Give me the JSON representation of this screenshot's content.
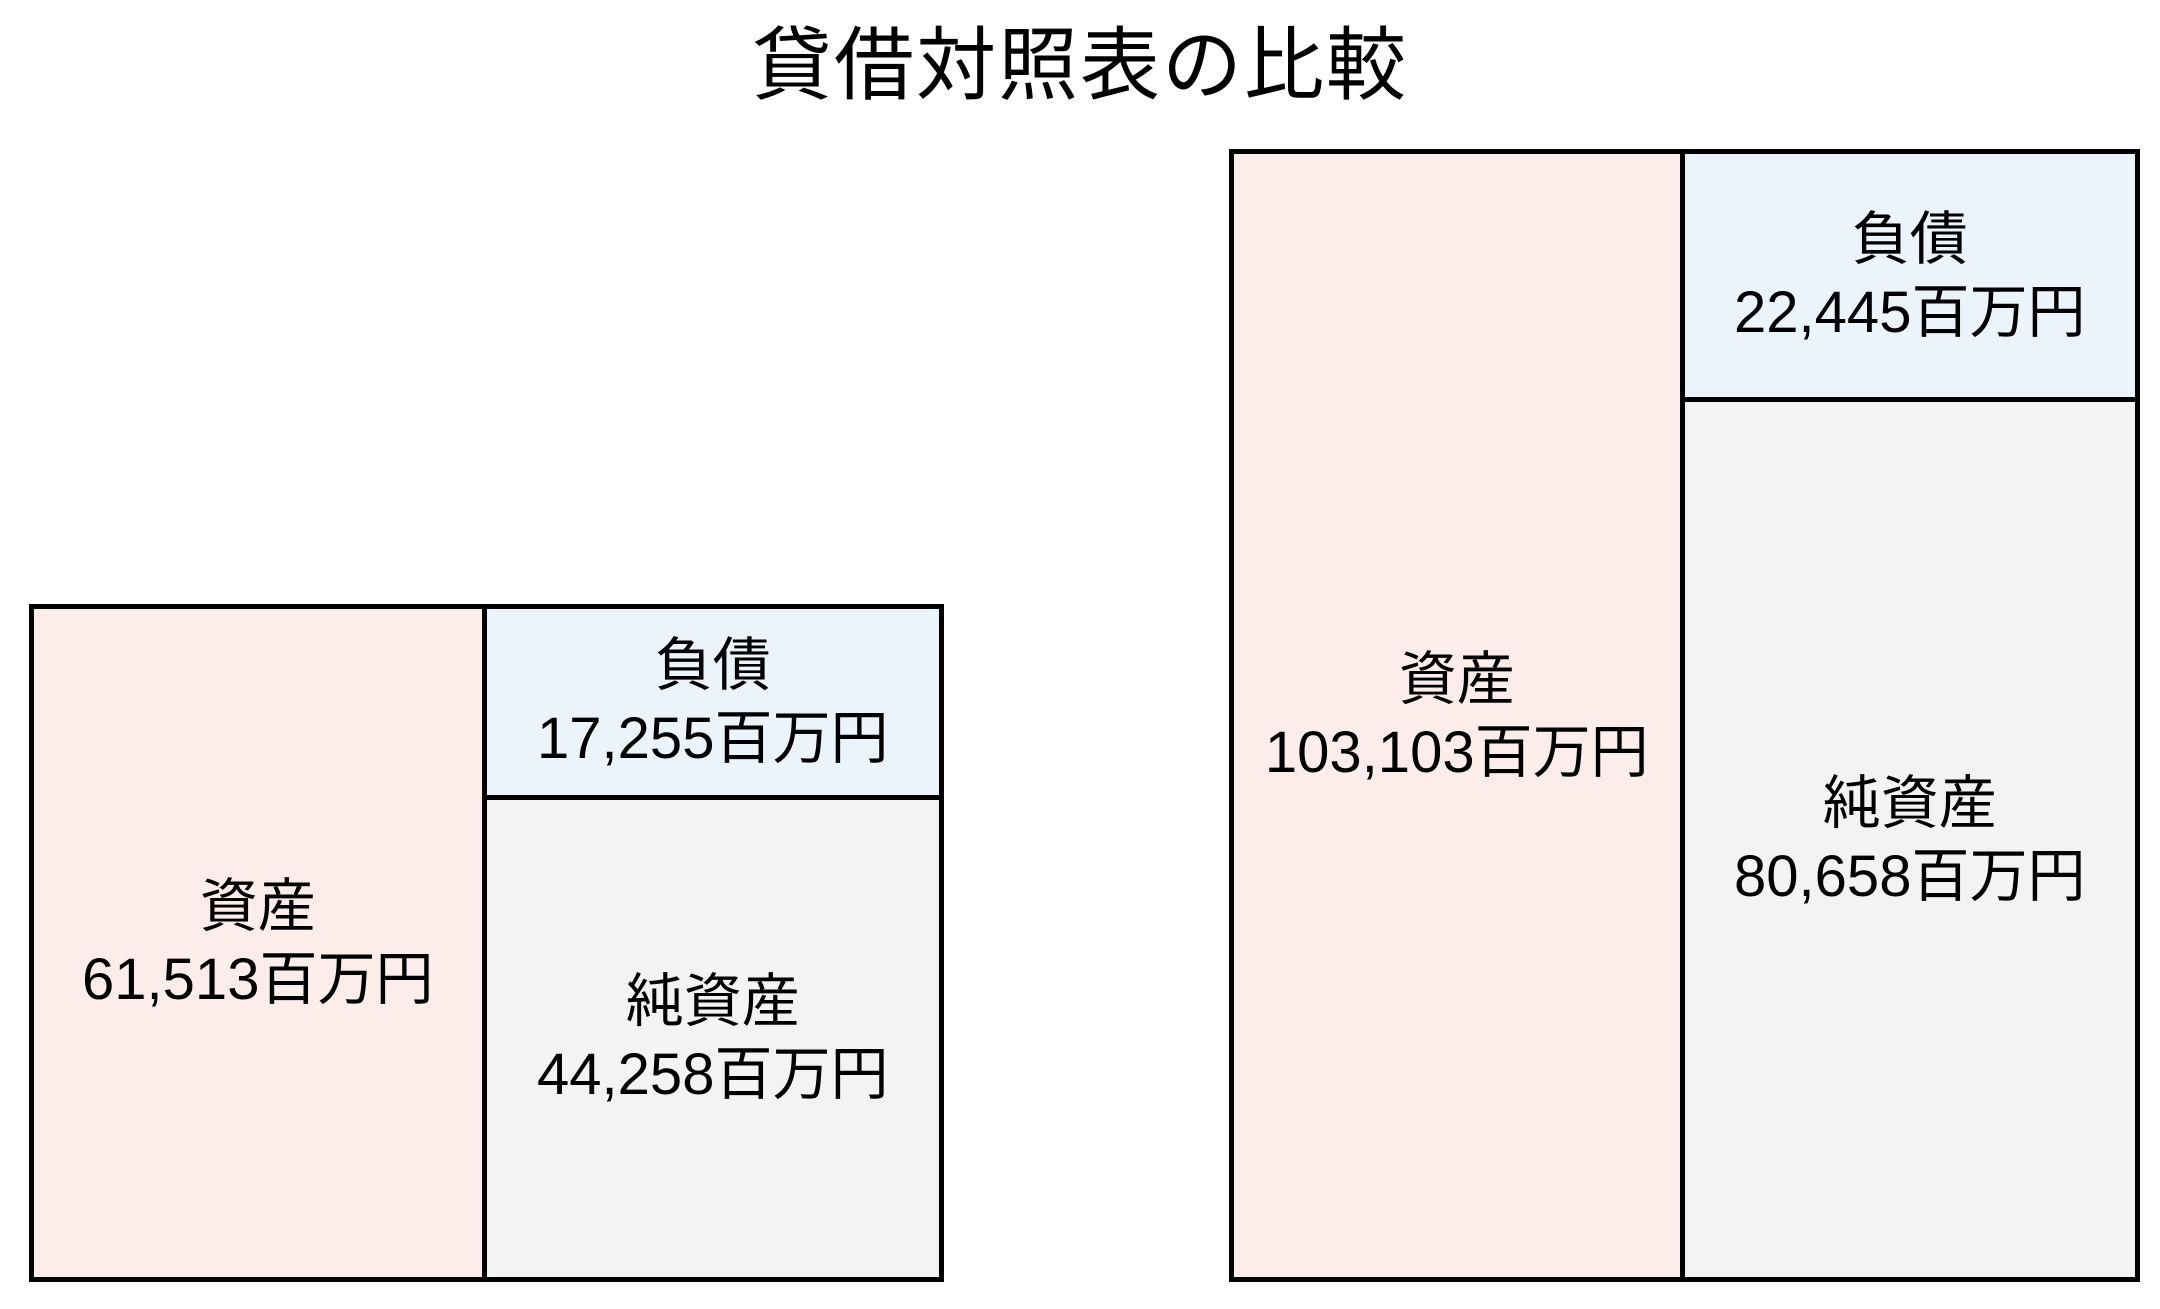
{
  "chart_data": {
    "type": "bar",
    "subtype": "balance-sheet-proportional-boxes",
    "title": "貸借対照表の比較",
    "unit": "百万円",
    "legend_position": "none",
    "grid": false,
    "colors": {
      "assets": "#fcedeb",
      "liabilities": "#ebf3fb",
      "net_assets": "#f3f3f2",
      "border": "#000000",
      "background": "#ffffff",
      "text": "#000000"
    },
    "charts": [
      {
        "name": "balance-sheet-left",
        "assets": {
          "label": "資産",
          "value": 61513,
          "value_display": "61,513百万円"
        },
        "liabilities": {
          "label": "負債",
          "value": 17255,
          "value_display": "17,255百万円"
        },
        "net_assets": {
          "label": "純資産",
          "value": 44258,
          "value_display": "44,258百万円"
        }
      },
      {
        "name": "balance-sheet-right",
        "assets": {
          "label": "資産",
          "value": 103103,
          "value_display": "103,103百万円"
        },
        "liabilities": {
          "label": "負債",
          "value": 22445,
          "value_display": "22,445百万円"
        },
        "net_assets": {
          "label": "純資産",
          "value": 80658,
          "value_display": "80,658百万円"
        }
      }
    ]
  }
}
